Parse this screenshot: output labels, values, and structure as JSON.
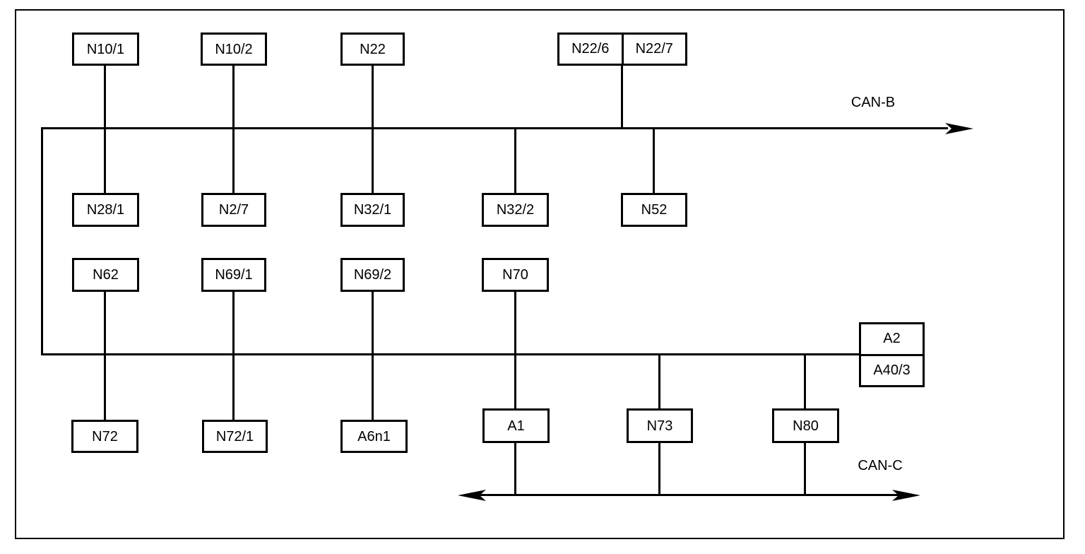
{
  "diagram": {
    "kind": "CAN bus network topology diagram",
    "bus_labels": {
      "can_b": "CAN-B",
      "can_c": "CAN-C"
    },
    "nodes": {
      "n10_1": "N10/1",
      "n10_2": "N10/2",
      "n22": "N22",
      "n22_6": "N22/6",
      "n22_7": "N22/7",
      "n28_1": "N28/1",
      "n2_7": "N2/7",
      "n32_1": "N32/1",
      "n32_2": "N32/2",
      "n52": "N52",
      "n62": "N62",
      "n69_1": "N69/1",
      "n69_2": "N69/2",
      "n70": "N70",
      "n72": "N72",
      "n72_1": "N72/1",
      "a6n1": "A6n1",
      "a1": "A1",
      "n73": "N73",
      "n80": "N80",
      "a2": "A2",
      "a40_3": "A40/3"
    },
    "topology": {
      "can_b_upper_segment": {
        "arrow": "right",
        "taps": [
          {
            "above": "N10/1",
            "below": "N28/1"
          },
          {
            "above": "N10/2",
            "below": "N2/7"
          },
          {
            "above": "N22",
            "below": "N32/1"
          },
          {
            "above": "N22/6 + N22/7",
            "below": null
          },
          {
            "above": null,
            "below": "N32/2"
          },
          {
            "above": null,
            "below": "N52"
          }
        ]
      },
      "can_b_lower_segment": {
        "linked_to_upper_via": "left riser",
        "end_nodes": [
          "A2",
          "A40/3"
        ],
        "taps": [
          {
            "above": "N62",
            "below": "N72"
          },
          {
            "above": "N69/1",
            "below": "N72/1"
          },
          {
            "above": "N69/2",
            "below": "A6n1"
          },
          {
            "above": "N70",
            "below": "A1"
          },
          {
            "above": null,
            "below": "N73"
          },
          {
            "above": null,
            "below": "N80"
          }
        ]
      },
      "can_c_segment": {
        "arrow": "both",
        "taps": [
          "A1",
          "N73",
          "N80"
        ]
      }
    },
    "colors": {
      "line": "#000000",
      "background": "#ffffff"
    }
  }
}
